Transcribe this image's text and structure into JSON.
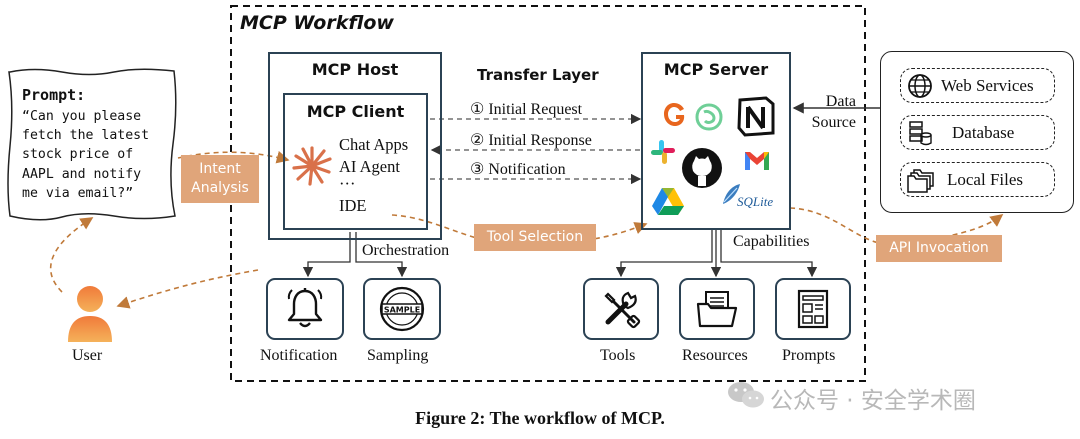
{
  "workflow": {
    "title": "MCP Workflow"
  },
  "prompt": {
    "label": "Prompt:",
    "lines": [
      "“Can you please",
      "fetch the latest",
      "stock price of",
      "AAPL and notify",
      "me via email?”"
    ]
  },
  "user": {
    "label": "User"
  },
  "tags": {
    "intent_line1": "Intent",
    "intent_line2": "Analysis",
    "tool_selection": "Tool Selection",
    "api_invocation": "API Invocation"
  },
  "host": {
    "title": "MCP Host",
    "client": {
      "title": "MCP Client",
      "items": [
        "Chat Apps",
        "AI Agent",
        "···",
        "IDE"
      ]
    }
  },
  "transfer": {
    "title": "Transfer Layer",
    "messages": [
      "① Initial Request",
      "② Initial Response",
      "③ Notification"
    ]
  },
  "server": {
    "title": "MCP Server",
    "sqlite_label": "SQLite",
    "capabilities_label": "Capabilities",
    "capabilities": [
      "Tools",
      "Resources",
      "Prompts"
    ]
  },
  "client_features": {
    "orchestration_label": "Orchestration",
    "items": [
      "Notification",
      "Sampling"
    ],
    "sample_stamp": "SAMPLE"
  },
  "data_source": {
    "label_line1": "Data",
    "label_line2": "Source",
    "items": [
      "Web Services",
      "Database",
      "Local Files"
    ]
  },
  "caption": "Figure 2: The workflow of MCP.",
  "watermark": "公众号 · 安全学术圈",
  "colors": {
    "orange": "#e0a57a",
    "dark_arrow": "#333333",
    "dashed_arrow": "#555555",
    "orange_dash": "#c07a3a",
    "box_border": "#2b4254"
  }
}
